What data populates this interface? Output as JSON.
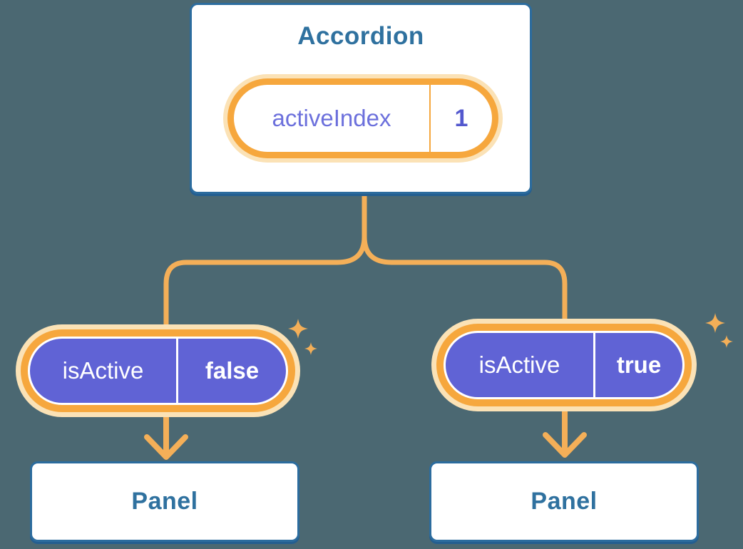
{
  "colors": {
    "bg": "#4B6872",
    "blue": "#2F719F",
    "blue-border": "#2C6C9E",
    "blue-shadow": "#245E90",
    "orange": "#F6A73D",
    "cream": "#FBE2B6",
    "line": "#F4AF58",
    "purple": "#6063D5",
    "purple-text": "#6C70DC",
    "purple-value": "#5358CE"
  },
  "diagram": {
    "root": {
      "title": "Accordion",
      "state": {
        "name": "activeIndex",
        "value": "1"
      }
    },
    "children": [
      {
        "state": {
          "name": "isActive",
          "value": "false"
        },
        "panel": {
          "label": "Panel"
        }
      },
      {
        "state": {
          "name": "isActive",
          "value": "true"
        },
        "panel": {
          "label": "Panel"
        }
      }
    ]
  }
}
